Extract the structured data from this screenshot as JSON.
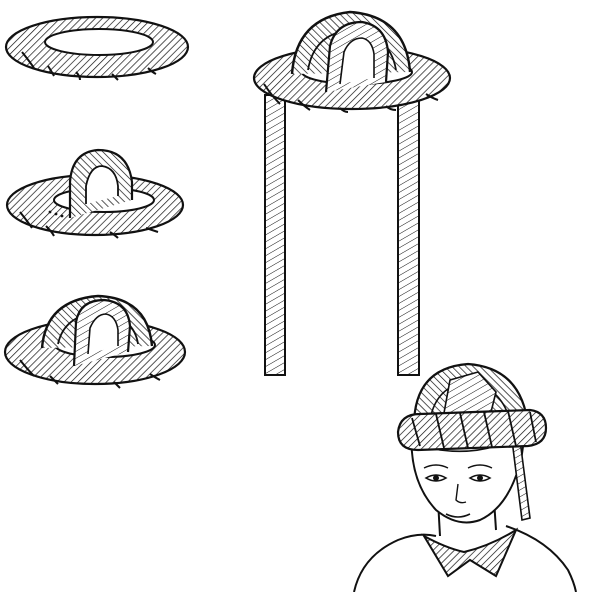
{
  "figure": {
    "background": "#ffffff",
    "ink": "#111111",
    "illustrations": [
      "padded-ring-step-1",
      "padded-ring-step-2",
      "padded-ring-step-3",
      "padded-ring-with-ties",
      "person-wearing-padded-ring"
    ]
  }
}
